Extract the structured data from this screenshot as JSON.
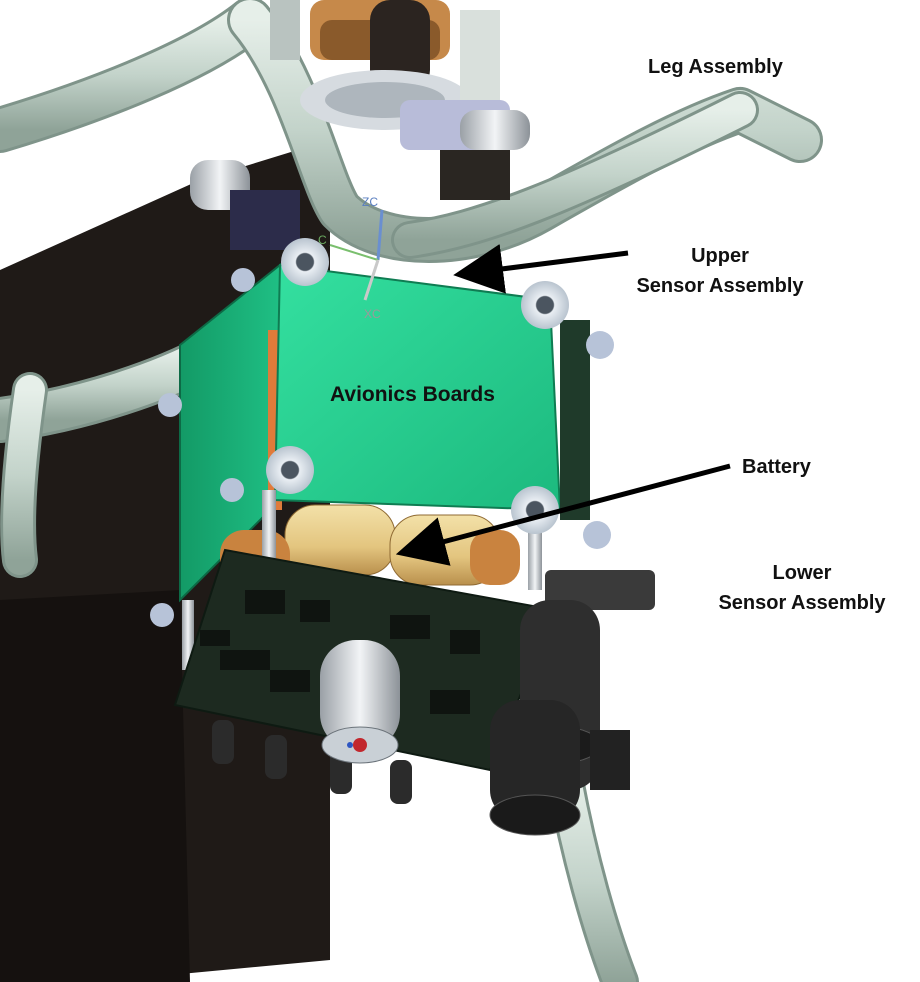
{
  "labels": {
    "leg_assembly": "Leg Assembly",
    "upper_sensor_line1": "Upper",
    "upper_sensor_line2": "Sensor Assembly",
    "avionics_boards": "Avionics Boards",
    "battery": "Battery",
    "lower_sensor_line1": "Lower",
    "lower_sensor_line2": "Sensor Assembly"
  },
  "axis_markers": {
    "z": "ZC",
    "x": "XC",
    "y": "C"
  },
  "colors": {
    "background": "#ffffff",
    "frame_tube": "#c9d8cf",
    "panel_dark": "#1f1a17",
    "board_green": "#22c98a",
    "board_green_dark": "#159a66",
    "battery_tan": "#e8cf8e",
    "battery_copper": "#c9833f",
    "pcb_dark": "#1d2a20",
    "sensor_gray": "#3c3c3c",
    "arrow": "#000000",
    "label_text": "#111111"
  }
}
